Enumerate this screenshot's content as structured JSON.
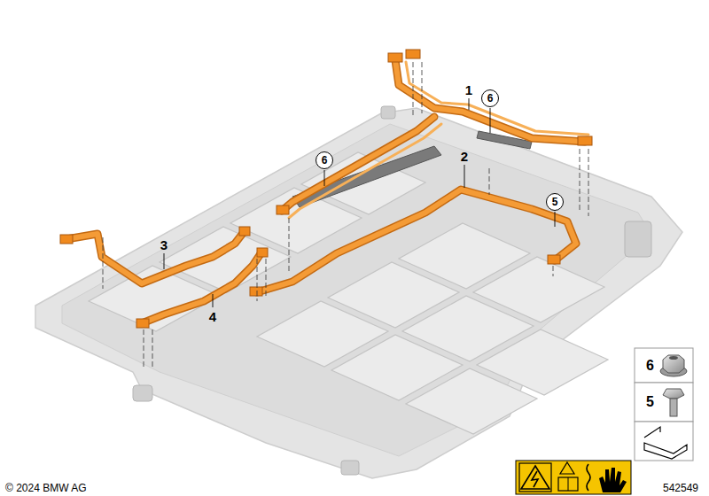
{
  "diagram": {
    "nodes": [
      {
        "text": [
          "6"
        ]
      },
      {
        "text": [
          "6"
        ]
      },
      {
        "text": [
          "5"
        ]
      },
      {
        "text": [
          "6"
        ]
      },
      {
        "text": [
          "5"
        ]
      }
    ],
    "edges": [],
    "labels": [
      "1",
      "2",
      "3",
      "4",
      "© 2024 BMW AG",
      "542549"
    ]
  }
}
